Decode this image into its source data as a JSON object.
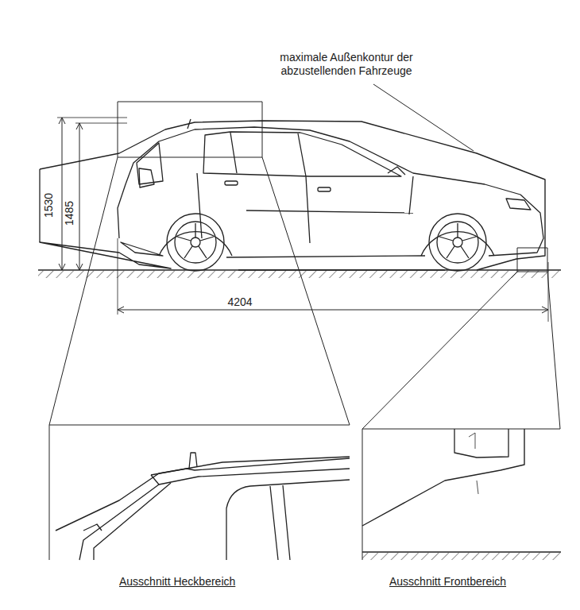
{
  "diagram": {
    "labels": [
      "maximale Außenkontur der abzustellenden Fahrzeuge",
      "1530",
      "1485",
      "4204",
      "Ausschnitt Heckbereich",
      "Ausschnitt Frontbereich"
    ]
  }
}
